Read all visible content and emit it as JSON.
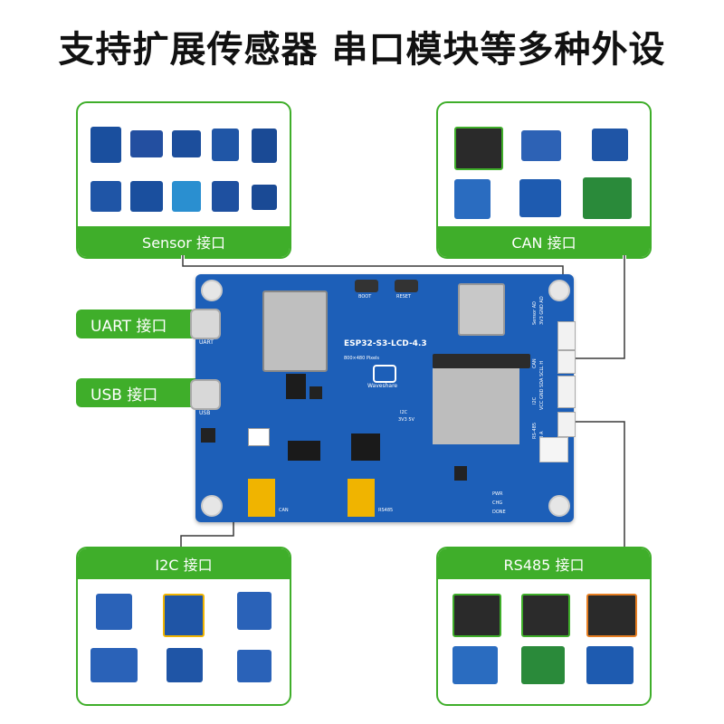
{
  "headline": "支持扩展传感器  串口模块等多种外设",
  "panels": {
    "sensor": "Sensor 接口",
    "can": "CAN 接口",
    "i2c": "I2C 接口",
    "rs485": "RS485 接口"
  },
  "side_labels": {
    "uart": "UART 接口",
    "usb": "USB 接口"
  },
  "board": {
    "model": "ESP32-S3-LCD-4.3",
    "resolution": "800×480 Pixels",
    "brand": "Waveshare",
    "boot": "BOOT",
    "reset": "RESET",
    "uart": "UART",
    "usb": "USB",
    "i2c_text": "I2C",
    "i2c_volt": "3V3 5V",
    "can": "CAN",
    "rs485": "RS485",
    "sensor_header": "Sensor AD",
    "sensor_pins": "3V3 GND AD",
    "can_header": "CAN",
    "can_pins": "L H",
    "i2c_header": "I2C",
    "i2c_pins": "VCC GND SDA SCL",
    "rs485_header": "RS-485",
    "rs485_pins": "B A",
    "led_pwr": "PWR",
    "led_chg": "CHG",
    "led_done": "DONE"
  },
  "colors": {
    "accent": "#3fae2a",
    "board": "#1d5fb8"
  }
}
